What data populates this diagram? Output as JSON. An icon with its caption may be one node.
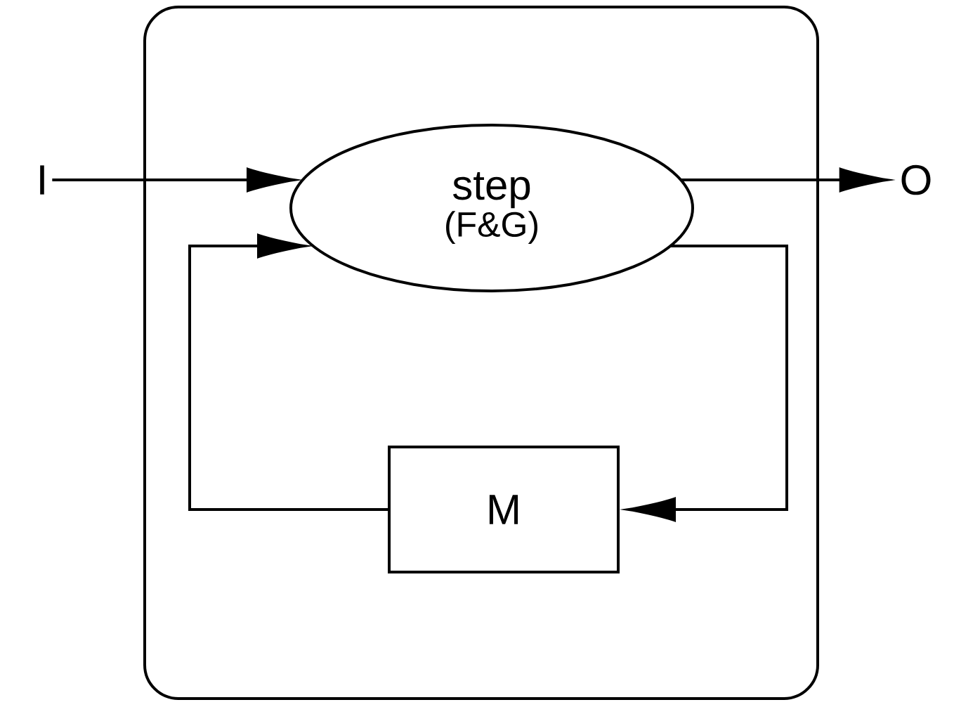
{
  "diagram": {
    "nodes": [
      {
        "text": [],
        "shape": "box"
      },
      {
        "text": [
          "I"
        ]
      },
      {
        "text": [
          "step",
          "(F&G)"
        ],
        "in": 0
      },
      {
        "text": [
          "O"
        ]
      },
      {
        "text": [
          "M"
        ],
        "in": 0
      }
    ],
    "edges": [
      {
        "from": 1,
        "to": 2,
        "arrow": "to"
      },
      {
        "from": 2,
        "to": 3,
        "arrow": "to"
      },
      {
        "from": 2,
        "to": 4,
        "arrow": "to"
      },
      {
        "from": 4,
        "to": 2,
        "arrow": "to"
      }
    ]
  }
}
